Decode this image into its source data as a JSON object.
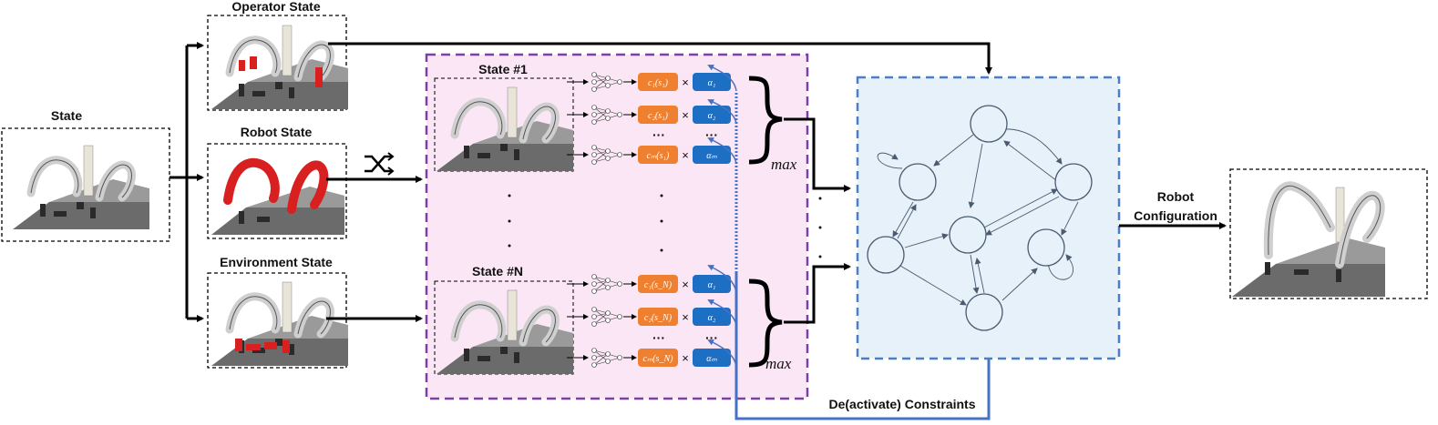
{
  "labels": {
    "state": "State",
    "operator_state": "Operator State",
    "robot_state": "Robot State",
    "environment_state": "Environment State",
    "state_1": "State #1",
    "state_n": "State #N",
    "max": "max",
    "robot_configuration_line1": "Robot",
    "robot_configuration_line2": "Configuration",
    "deactivate_constraints": "De(activate) Constraints"
  },
  "constraint_rows_1": [
    {
      "c": "c₁(s₁)",
      "alpha": "α₁"
    },
    {
      "c": "c₂(s₁)",
      "alpha": "α₂"
    },
    {
      "c": "cₘ(s₁)",
      "alpha": "αₘ"
    }
  ],
  "constraint_rows_n": [
    {
      "c": "c₁(s_N)",
      "alpha": "α₁"
    },
    {
      "c": "c₂(s_N)",
      "alpha": "α₂"
    },
    {
      "c": "cₘ(s_N)",
      "alpha": "αₘ"
    }
  ],
  "symbols": {
    "times": "×",
    "ellipsis": "···",
    "shuffle": "shuffle-icon"
  },
  "colors": {
    "module_border": "#7b3fa8",
    "module_fill": "#fbe6f6",
    "graph_border": "#4a7fc8",
    "graph_fill": "#e6f1f9",
    "constraint_orange": "#ee8030",
    "weight_blue": "#1d6fc4",
    "robot_red": "#d92020"
  }
}
